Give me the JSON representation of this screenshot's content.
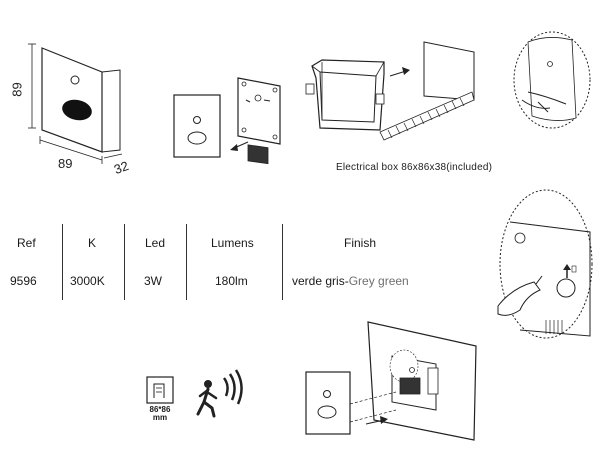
{
  "dimensions": {
    "height": "89",
    "width": "89",
    "depth": "32"
  },
  "electrical_box_caption": "Electrical box 86x86x38(included)",
  "spec_table": {
    "headers": [
      "Ref",
      "K",
      "Led",
      "Lumens",
      "Finish"
    ],
    "values": {
      "ref": "9596",
      "k": "3000K",
      "led": "3W",
      "lumens": "180lm",
      "finish_primary": "verde gris-",
      "finish_secondary": "Grey green"
    }
  },
  "icons": {
    "box_size_label_top": "86*86",
    "box_size_label_bottom": "mm",
    "box_icon": "electrical-box-icon",
    "sensor_icon": "motion-sensor-icon"
  },
  "colors": {
    "line": "#222222",
    "finish_secondary": "#6f6f6f"
  }
}
